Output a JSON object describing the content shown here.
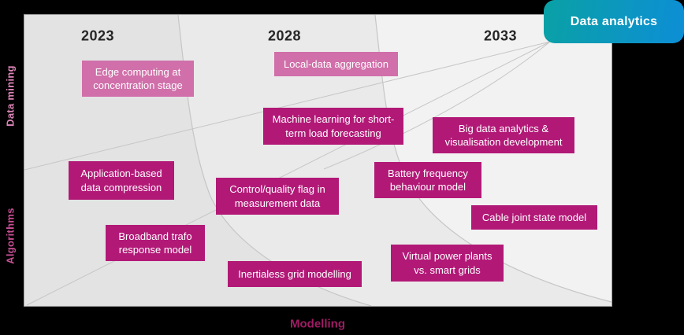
{
  "badge": {
    "label": "Data analytics"
  },
  "timeline": {
    "years": [
      "2023",
      "2028",
      "2033"
    ]
  },
  "axes": {
    "left_top": "Data mining",
    "left_bottom": "Algorithms",
    "bottom": "Modelling"
  },
  "boxes": [
    {
      "text": "Edge computing at\nconcentration stage",
      "tone": "light"
    },
    {
      "text": "Local-data aggregation",
      "tone": "light"
    },
    {
      "text": "Machine learning for short-\nterm load forecasting",
      "tone": "dark"
    },
    {
      "text": "Big data analytics &\nvisualisation development",
      "tone": "dark"
    },
    {
      "text": "Application-based\ndata compression",
      "tone": "dark"
    },
    {
      "text": "Control/quality flag in\nmeasurement data",
      "tone": "dark"
    },
    {
      "text": "Battery frequency\nbehaviour model",
      "tone": "dark"
    },
    {
      "text": "Cable joint state model",
      "tone": "dark"
    },
    {
      "text": "Broadband trafo\nresponse model",
      "tone": "dark"
    },
    {
      "text": "Inertialess grid modelling",
      "tone": "dark"
    },
    {
      "text": "Virtual power plants\nvs. smart grids",
      "tone": "dark"
    }
  ],
  "colors": {
    "box_dark": "#b21977",
    "box_light": "#d06fa9",
    "badge_gradient_start": "#0aa1a5",
    "badge_gradient_end": "#0d8ed6",
    "bottom_label": "#9e1c64",
    "panel_band_left": "#e3e3e3",
    "panel_band_mid": "#eaeaea",
    "panel_band_right": "#f2f2f2",
    "guide_lines": "#c6c6c6"
  }
}
